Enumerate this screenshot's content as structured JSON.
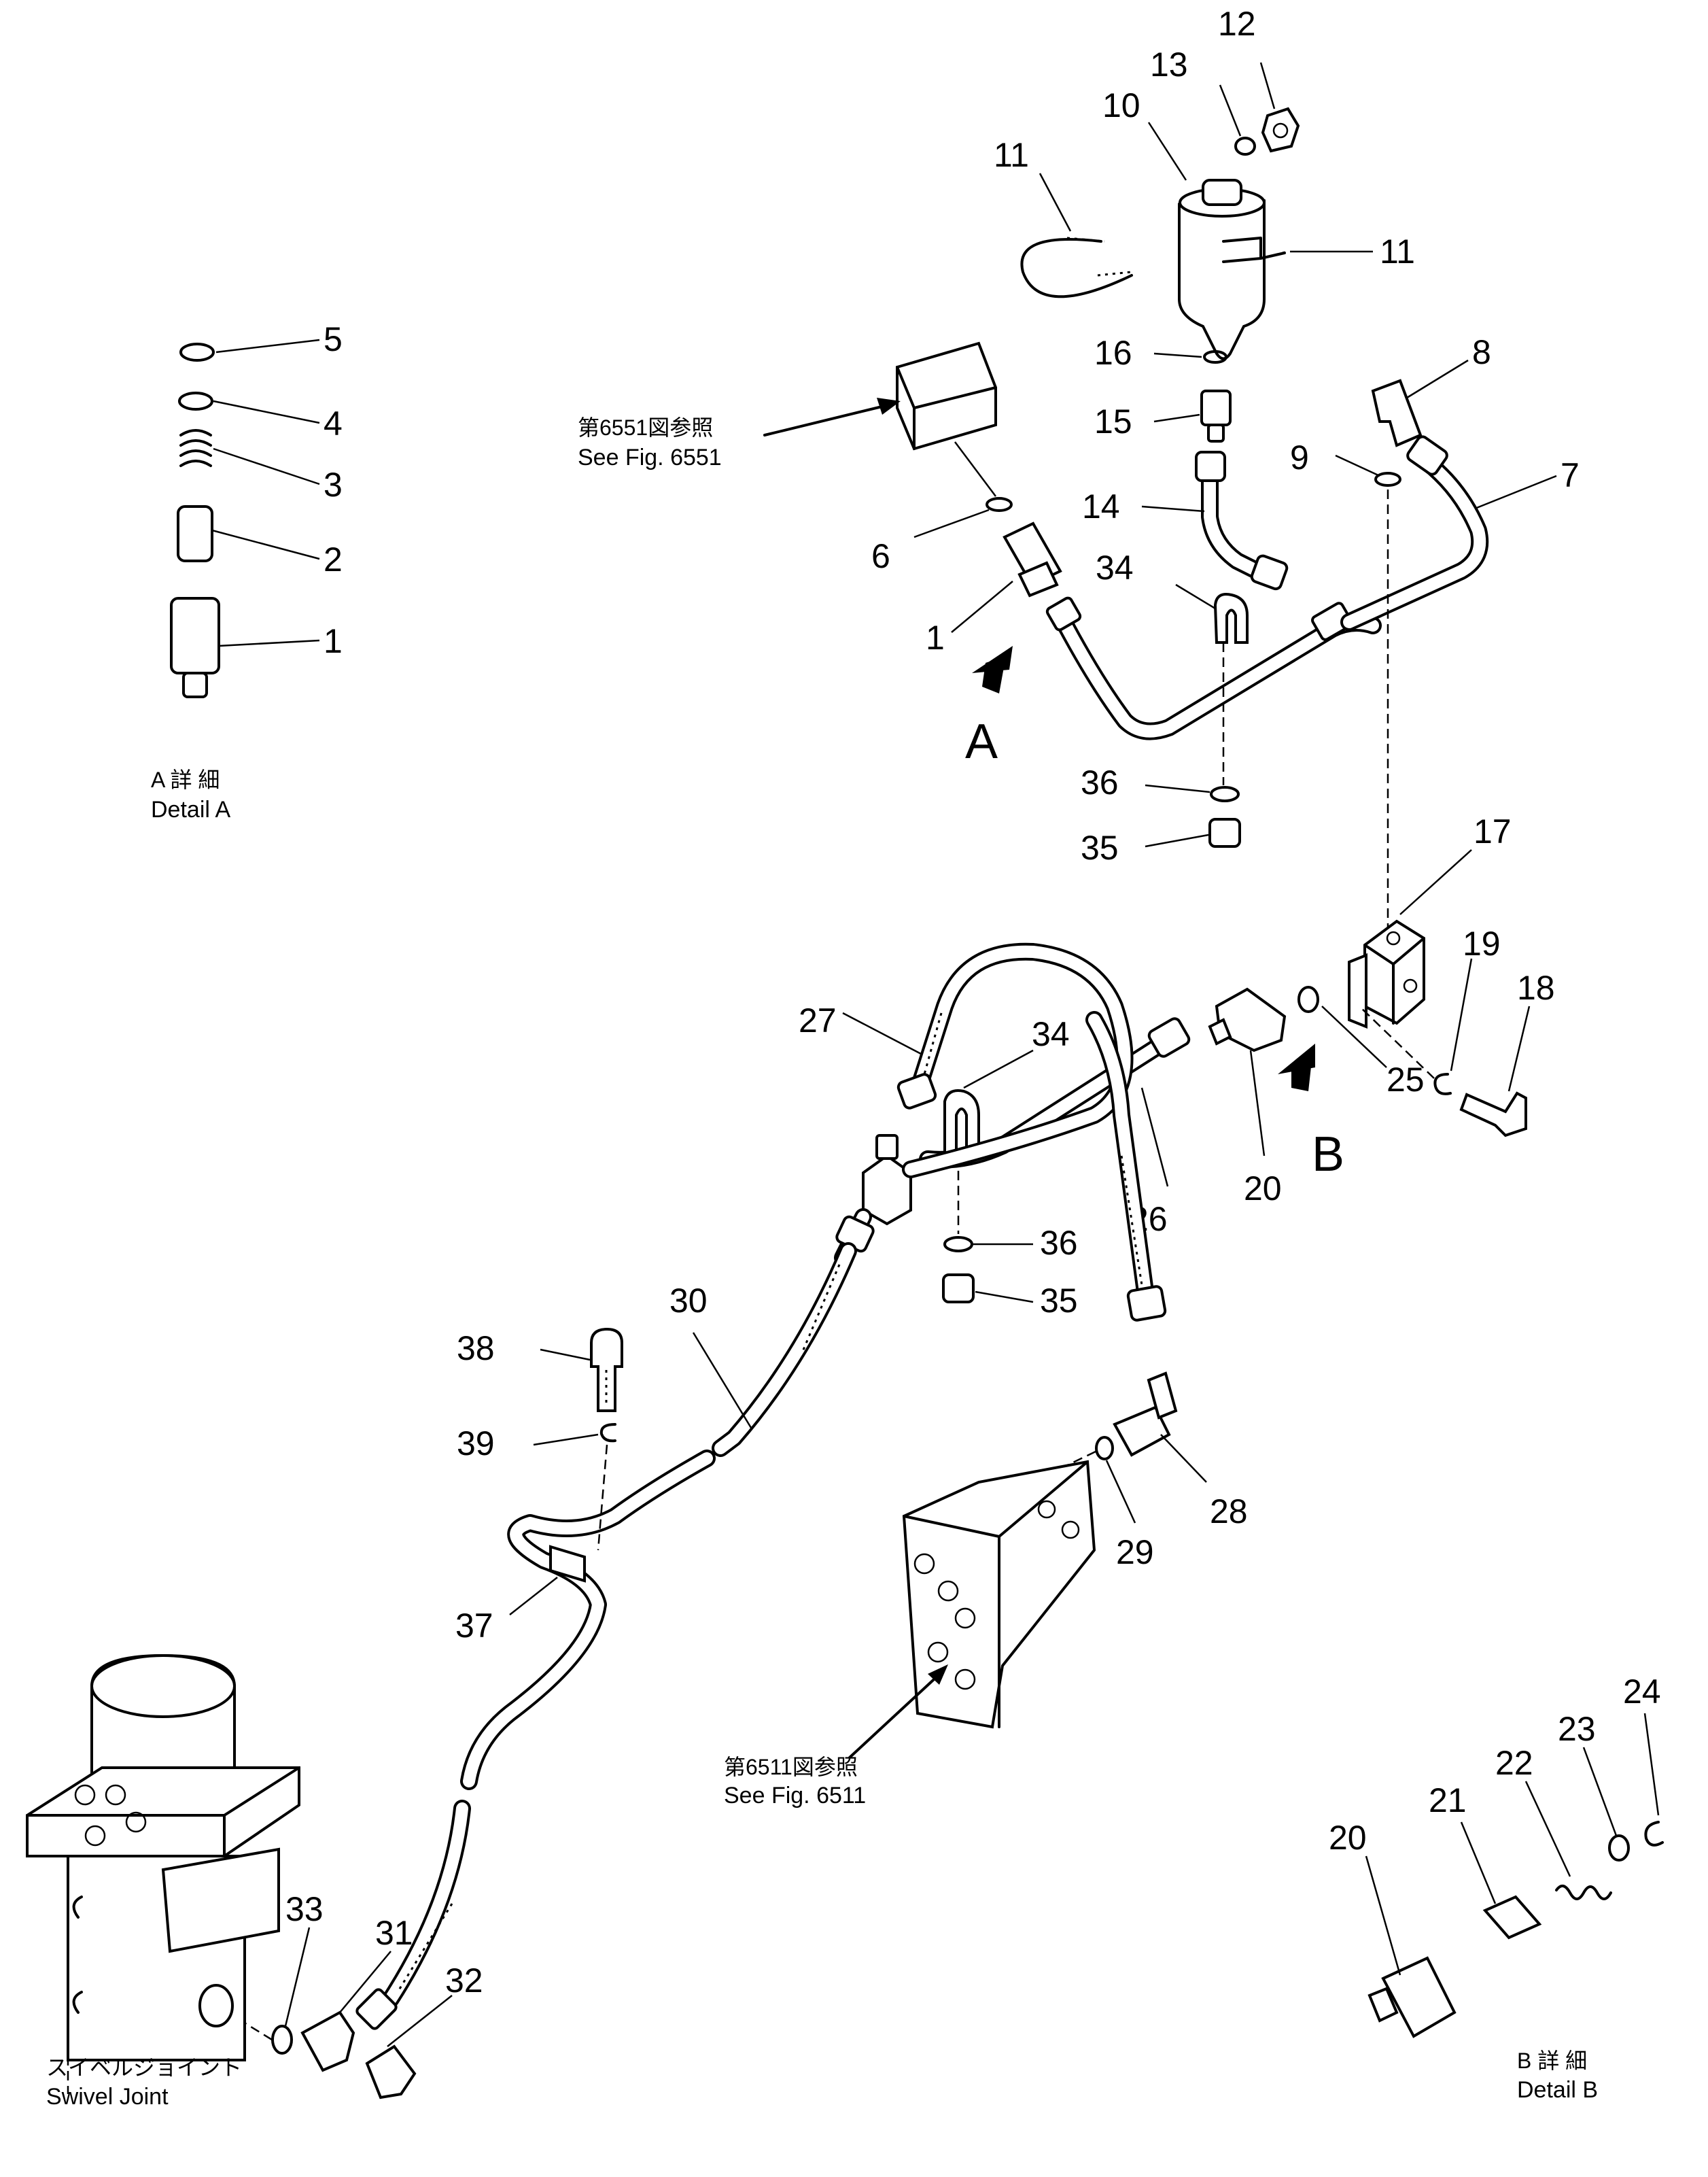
{
  "labels": {
    "n1": "1",
    "n2": "2",
    "n3": "3",
    "n4": "4",
    "n5": "5",
    "n1b": "1",
    "n6": "6",
    "n7": "7",
    "n8": "8",
    "n9": "9",
    "n10": "10",
    "n11a": "11",
    "n11b": "11",
    "n12": "12",
    "n13": "13",
    "n14": "14",
    "n15": "15",
    "n16": "16",
    "n17": "17",
    "n18": "18",
    "n19": "19",
    "n20a": "20",
    "n20b": "20",
    "n21": "21",
    "n22": "22",
    "n23": "23",
    "n24": "24",
    "n25": "25",
    "n26": "26",
    "n27": "27",
    "n28": "28",
    "n29": "29",
    "n30": "30",
    "n31": "31",
    "n32": "32",
    "n33": "33",
    "n34a": "34",
    "n34b": "34",
    "n35a": "35",
    "n35b": "35",
    "n36a": "36",
    "n36b": "36",
    "n37": "37",
    "n38": "38",
    "n39": "39"
  },
  "callouts": {
    "arrow_a": "A",
    "arrow_b": "B",
    "detail_a_jp": "A 詳 細",
    "detail_a_en": "Detail A",
    "detail_b_jp": "B 詳 細",
    "detail_b_en": "Detail B",
    "fig6551_jp": "第6551図参照",
    "fig6551_en": "See Fig. 6551",
    "fig6511_jp": "第6511図参照",
    "fig6511_en": "See Fig. 6511",
    "swivel_jp": "スイベルジョイント",
    "swivel_en": "Swivel Joint"
  }
}
